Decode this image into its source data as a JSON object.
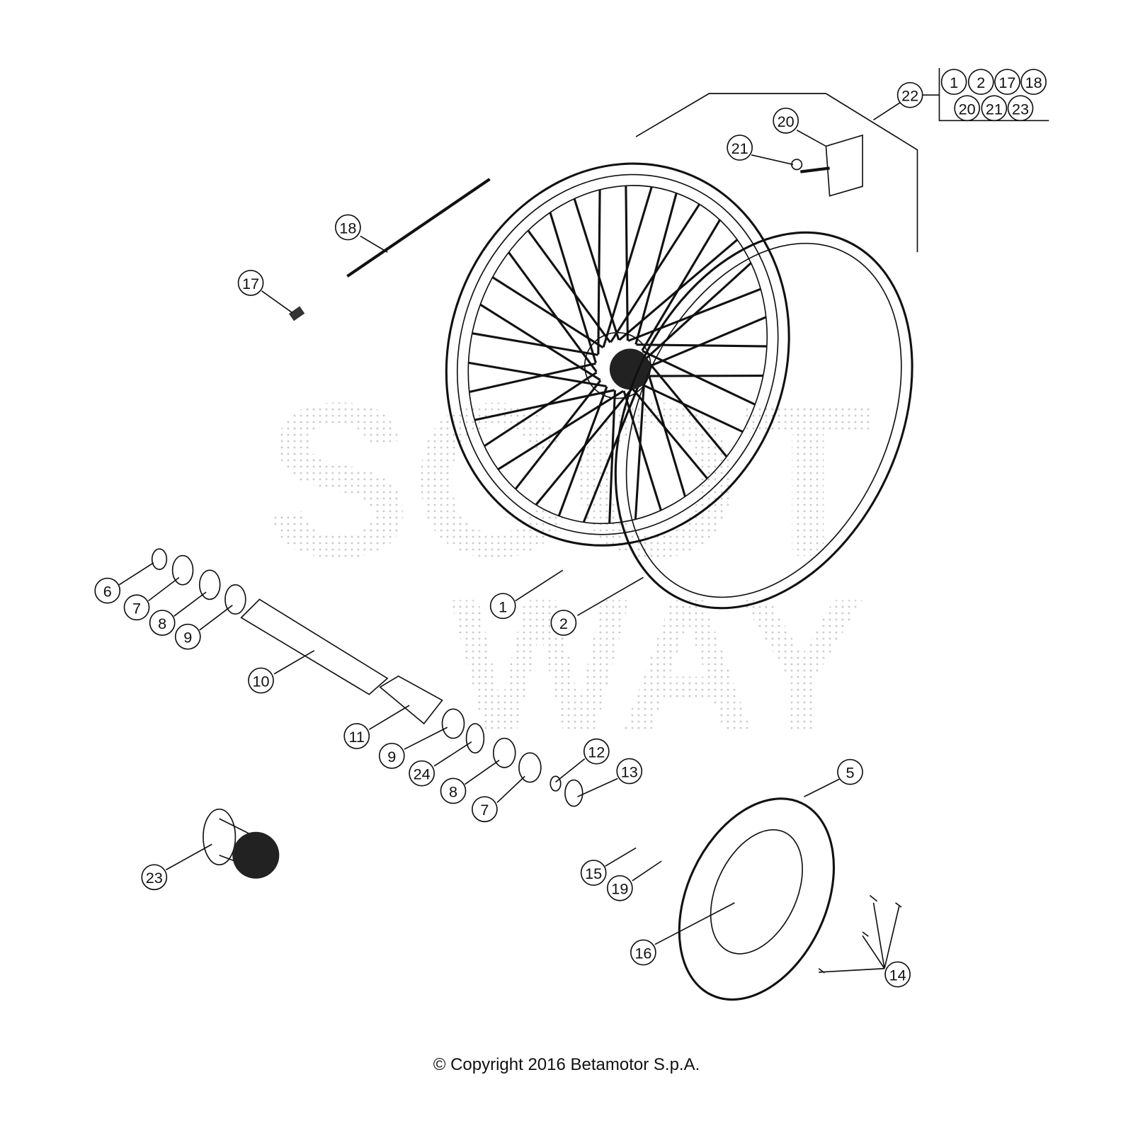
{
  "callouts": [
    "22",
    "1",
    "2",
    "17",
    "18",
    "20",
    "21",
    "23",
    "20",
    "21",
    "18",
    "17",
    "1",
    "2",
    "6",
    "7",
    "8",
    "9",
    "10",
    "11",
    "9",
    "24",
    "8",
    "7",
    "12",
    "13",
    "5",
    "15",
    "19",
    "16",
    "14",
    "23"
  ],
  "kit_group": {
    "label": "22",
    "contents": [
      "1",
      "2",
      "17",
      "18",
      "20",
      "21",
      "23"
    ]
  },
  "copyright": "© Copyright 2016 Betamotor S.p.A.",
  "watermark": "SCOT WAY"
}
